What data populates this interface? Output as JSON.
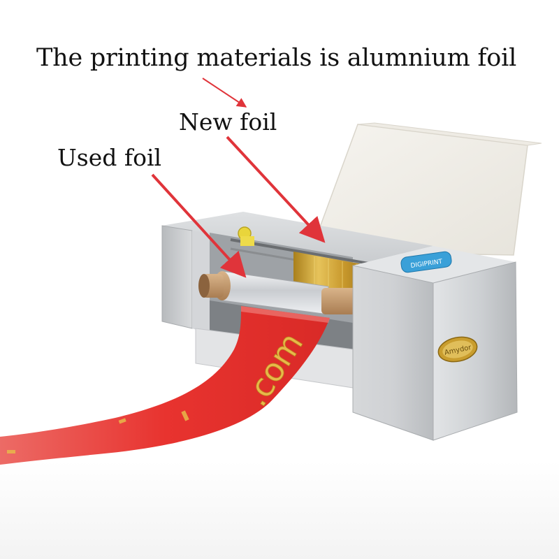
{
  "annotations": {
    "headline": "The printing materials is alumnium foil",
    "new_foil_label": "New foil",
    "used_foil_label": "Used foil"
  },
  "product": {
    "panel_badge": "DIGIPRINT",
    "logo_badge": "Amydor",
    "ribbon_text": ".com"
  },
  "colors": {
    "arrow": "#e0343a",
    "ribbon": "#e8332f",
    "gold_foil": "#d4a72c",
    "silver_body": "#c9ccd0"
  }
}
